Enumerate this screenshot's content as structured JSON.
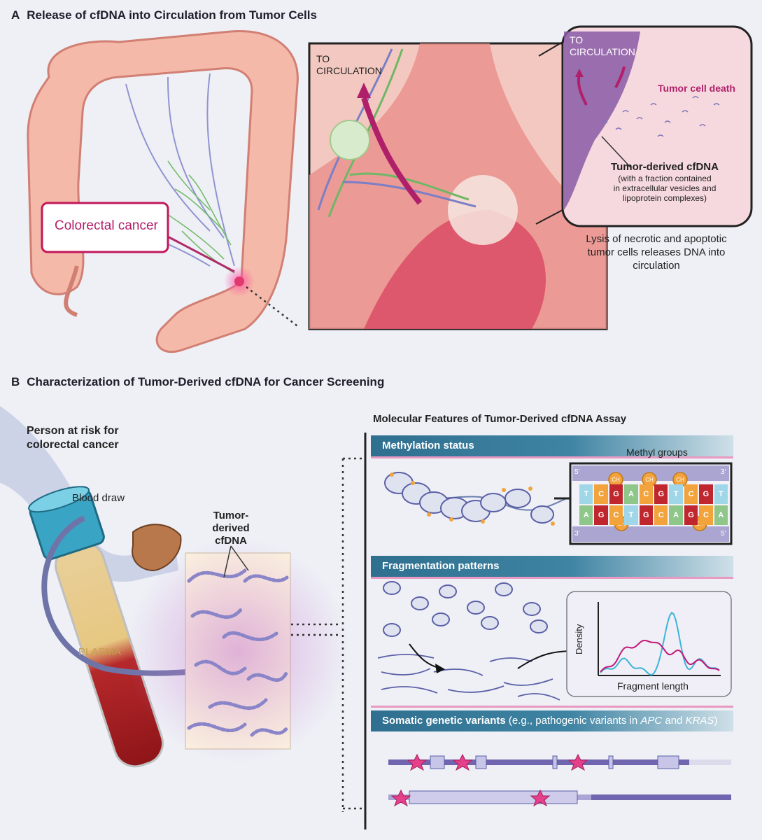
{
  "panel_a": {
    "letter": "A",
    "title": "Release of cfDNA into Circulation from Tumor Cells",
    "colorectal_cancer": "Colorectal cancer",
    "to_circulation_1": "TO",
    "to_circulation_2": "CIRCULATION",
    "inset_to_1": "TO",
    "inset_to_2": "CIRCULATION",
    "tumor_cell_death": "Tumor cell death",
    "tumor_derived_cfdna": "Tumor-derived cfDNA",
    "fraction_line1": "(with a fraction contained",
    "fraction_line2": "in extracellular vesicles and",
    "fraction_line3": "lipoprotein complexes)",
    "lysis_line1": "Lysis of necrotic and apoptotic",
    "lysis_line2": "tumor cells releases DNA into",
    "lysis_line3": "circulation"
  },
  "panel_b": {
    "letter": "B",
    "title": "Characterization of Tumor-Derived cfDNA for Cancer Screening",
    "person_line1": "Person at risk for",
    "person_line2": "colorectal cancer",
    "blood_draw": "Blood draw",
    "plasma": "PLASMA",
    "cfdna_line1": "Tumor-derived",
    "cfdna_line2": "cfDNA",
    "molecular_title": "Molecular Features of Tumor-Derived cfDNA Assay",
    "methylation_bar": "Methylation status",
    "methyl_groups": "Methyl groups",
    "fragmentation_bar": "Fragmentation patterns",
    "density_label": "Density",
    "fragment_length_label": "Fragment length",
    "somatic_bar": "Somatic genetic variants",
    "somatic_note_prefix": " (e.g., pathogenic variants in ",
    "somatic_gene1": "APC",
    "somatic_and": " and ",
    "somatic_gene2": "KRAS",
    "somatic_close": ")",
    "ch3": "CH",
    "prime5": "5'",
    "prime3": "3'",
    "bases": [
      "T",
      "C",
      "G",
      "A",
      "C",
      "G",
      "T",
      "C",
      "G",
      "T"
    ]
  },
  "colors": {
    "accent_pink": "#c2185b",
    "bar_blue": "#2f6f8f",
    "cfdna_purple": "#7b74b8",
    "curve_pink": "#c2187a",
    "curve_cyan": "#3bb5d8"
  }
}
